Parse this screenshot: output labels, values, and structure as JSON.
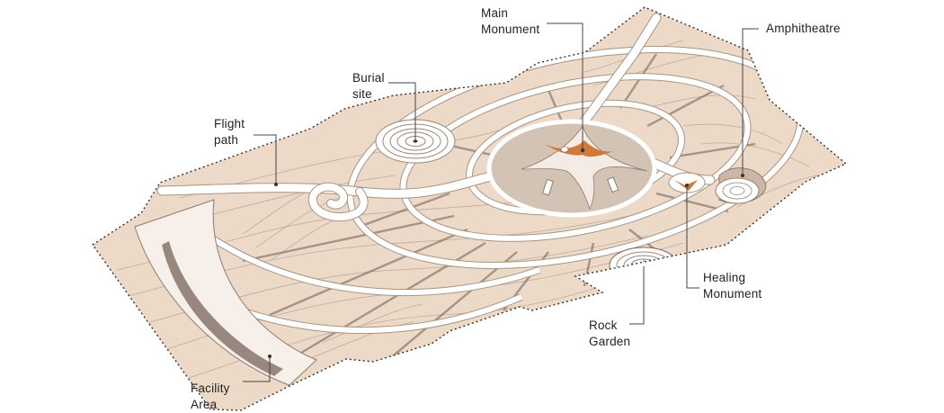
{
  "colors": {
    "background": "#ffffff",
    "terrain": "#ecd9c8",
    "contour": "#b9a494",
    "path": "#ffffff",
    "path_edge": "#a89484",
    "monument_plaza": "#d3c3b5",
    "accent": "#d07a3a",
    "dark_strip": "#6d5a50",
    "boundary": "#3a2f2a",
    "leader": "#444444"
  },
  "labels": {
    "main_monument": [
      "Main",
      "Monument"
    ],
    "amphitheatre": [
      "Amphitheatre"
    ],
    "burial_site": [
      "Burial",
      "site"
    ],
    "flight_path": [
      "Flight",
      "path"
    ],
    "healing_monument": [
      "Healing",
      "Monument"
    ],
    "rock_garden": [
      "Rock",
      "Garden"
    ],
    "facility_area": [
      "Facility",
      "Area"
    ]
  }
}
